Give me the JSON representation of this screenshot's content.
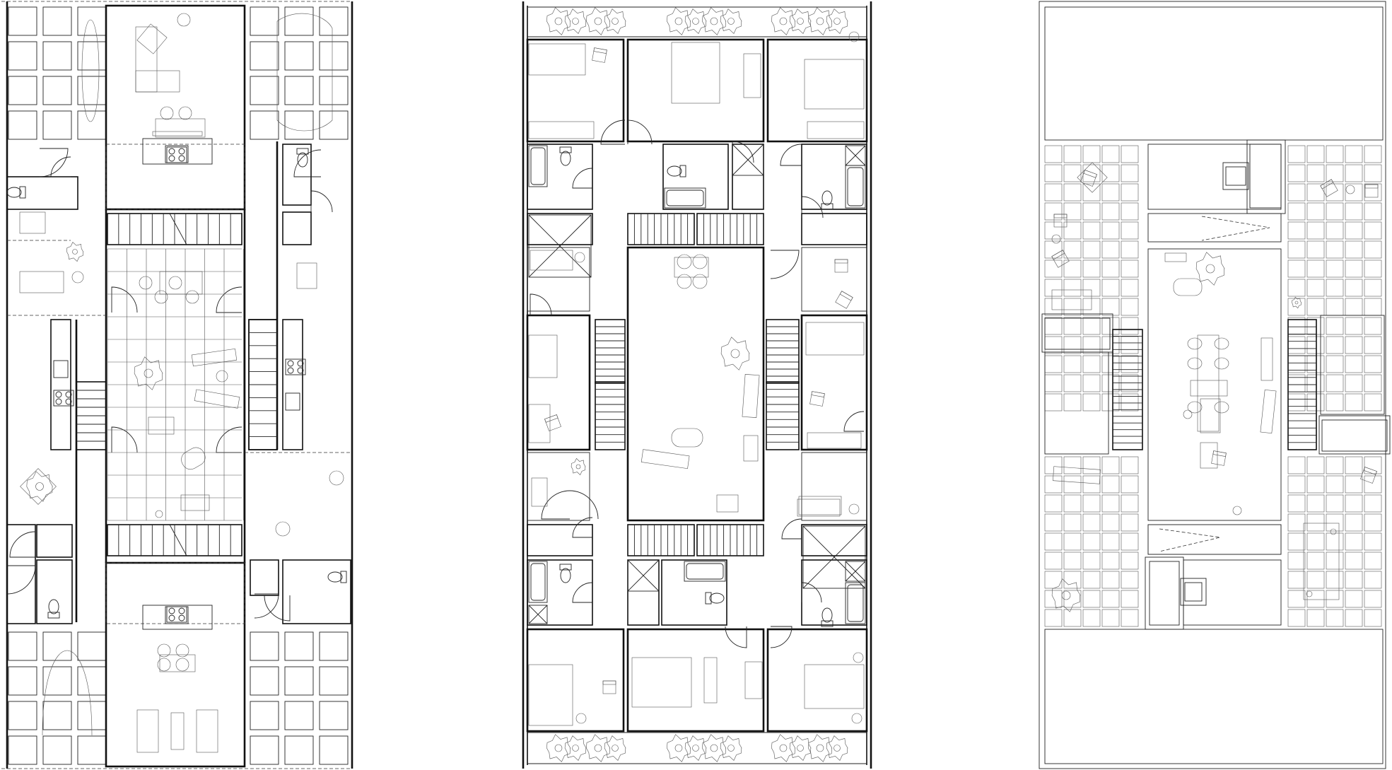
{
  "drawing": {
    "type": "architectural floor plans",
    "panels": [
      {
        "id": "ground-floor",
        "level": "ground"
      },
      {
        "id": "first-floor",
        "level": "first"
      },
      {
        "id": "roof-terrace",
        "level": "roof"
      }
    ],
    "colors": {
      "line": "#111111",
      "background": "#ffffff"
    },
    "icons": [
      "tree-icon",
      "bed-icon",
      "bath-icon",
      "toilet-icon",
      "stair-icon",
      "door-swing-icon",
      "hob-icon",
      "sink-icon",
      "chair-icon",
      "table-icon"
    ]
  }
}
